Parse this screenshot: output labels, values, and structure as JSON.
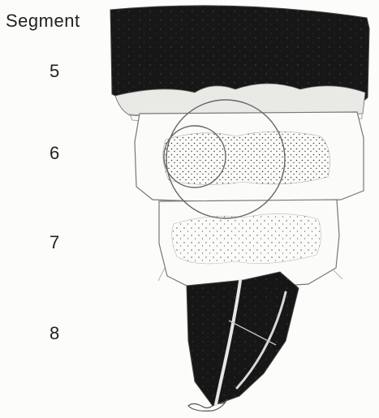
{
  "heading": "Segment",
  "segments": [
    {
      "label": "5"
    },
    {
      "label": "6"
    },
    {
      "label": "7"
    },
    {
      "label": "8"
    }
  ],
  "colors": {
    "background": "#fcfcfa",
    "outline": "#777777",
    "sclerite": "#151515",
    "stipple": "#3a3a3a"
  }
}
